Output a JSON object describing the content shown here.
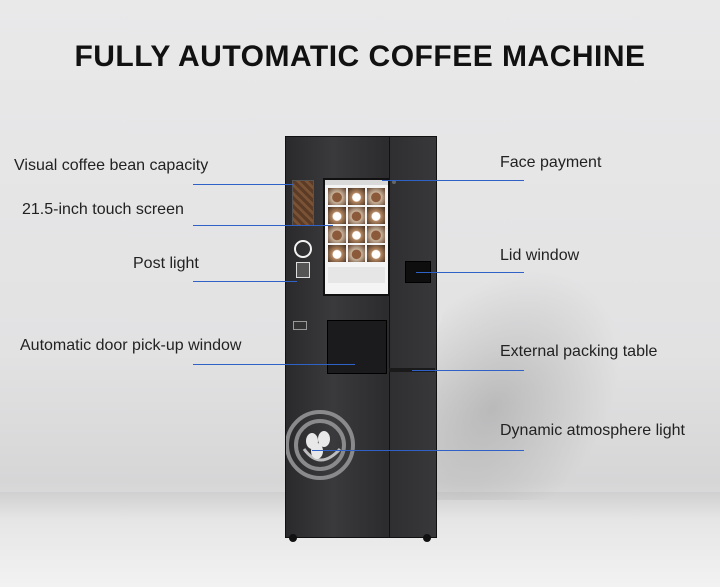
{
  "title": "FULLY AUTOMATIC COFFEE MACHINE",
  "labels": {
    "visual_bean_capacity": "Visual coffee bean capacity",
    "touch_screen": "21.5-inch touch screen",
    "post_light": "Post light",
    "pickup_window": "Automatic door pick-up window",
    "face_payment": "Face payment",
    "lid_window": "Lid window",
    "packing_table": "External packing table",
    "atmosphere_light": "Dynamic atmosphere light"
  },
  "colors": {
    "leader_line": "#2f61c7",
    "machine_body": "#2f2f31",
    "title_text": "#111111"
  }
}
